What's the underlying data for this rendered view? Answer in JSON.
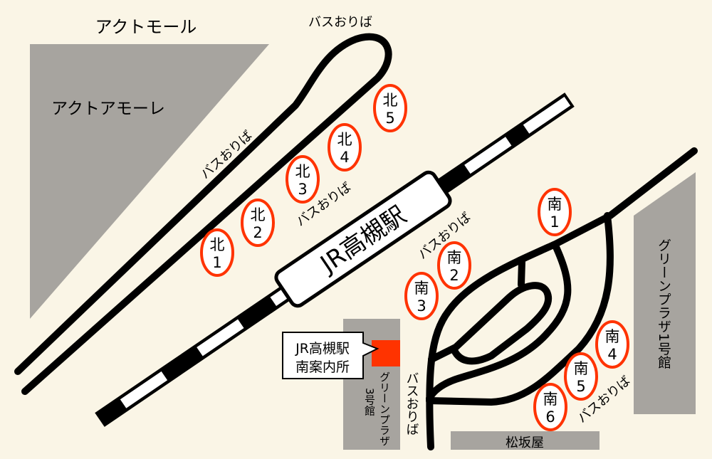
{
  "colors": {
    "background": "#faf5e6",
    "building": "#a7a49f",
    "stop_border": "#ff3300",
    "info_center": "#ff3300"
  },
  "mall_title": "アクトモール",
  "act_amore": "アクトアモーレ",
  "station": "JR高槻駅",
  "info_center": {
    "line1": "JR高槻駅",
    "line2": "南案内所"
  },
  "bus_dropoff": "バスおりば",
  "buildings": {
    "green_plaza_3": {
      "name": "グリーンプラザ",
      "suffix": "3号館"
    },
    "green_plaza_1": "グリーンプラザ1号館",
    "matsuzakaya": "松坂屋"
  },
  "north_stops": [
    {
      "dir": "北",
      "num": "1"
    },
    {
      "dir": "北",
      "num": "2"
    },
    {
      "dir": "北",
      "num": "3"
    },
    {
      "dir": "北",
      "num": "4"
    },
    {
      "dir": "北",
      "num": "5"
    }
  ],
  "south_stops": [
    {
      "dir": "南",
      "num": "1"
    },
    {
      "dir": "南",
      "num": "2"
    },
    {
      "dir": "南",
      "num": "3"
    },
    {
      "dir": "南",
      "num": "4"
    },
    {
      "dir": "南",
      "num": "5"
    },
    {
      "dir": "南",
      "num": "6"
    }
  ]
}
